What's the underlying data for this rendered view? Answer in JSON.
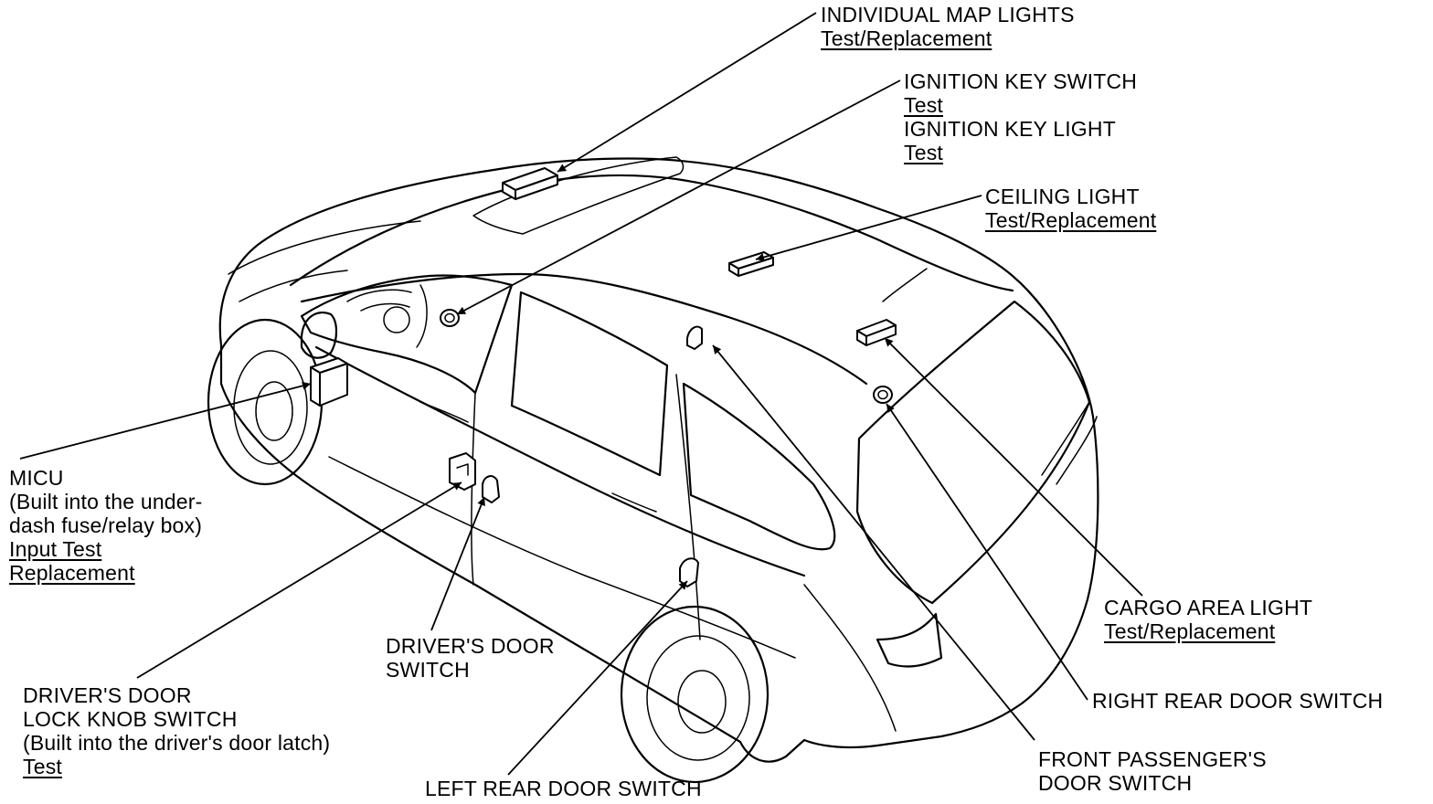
{
  "labels": {
    "map_lights": {
      "name": "INDIVIDUAL MAP LIGHTS",
      "link": "Test/Replacement"
    },
    "ignition": {
      "name1": "IGNITION KEY SWITCH",
      "link1": "Test",
      "name2": "IGNITION KEY LIGHT",
      "link2": "Test"
    },
    "ceiling": {
      "name": "CEILING LIGHT",
      "link": "Test/Replacement"
    },
    "micu": {
      "name": "MICU",
      "desc1": "(Built into the under-",
      "desc2": "dash fuse/relay box)",
      "link1": "Input Test",
      "link2": "Replacement"
    },
    "cargo": {
      "name": "CARGO AREA LIGHT",
      "link": "Test/Replacement"
    },
    "driver_door": {
      "line1": "DRIVER'S DOOR",
      "line2": "SWITCH"
    },
    "right_rear": {
      "name": "RIGHT REAR DOOR SWITCH"
    },
    "lock_knob": {
      "line1": "DRIVER'S DOOR",
      "line2": "LOCK KNOB SWITCH",
      "desc": "(Built into the driver's door latch)",
      "link": "Test"
    },
    "front_passenger": {
      "line1": "FRONT PASSENGER'S",
      "line2": "DOOR SWITCH"
    },
    "left_rear": {
      "name": "LEFT REAR DOOR SWITCH"
    }
  }
}
